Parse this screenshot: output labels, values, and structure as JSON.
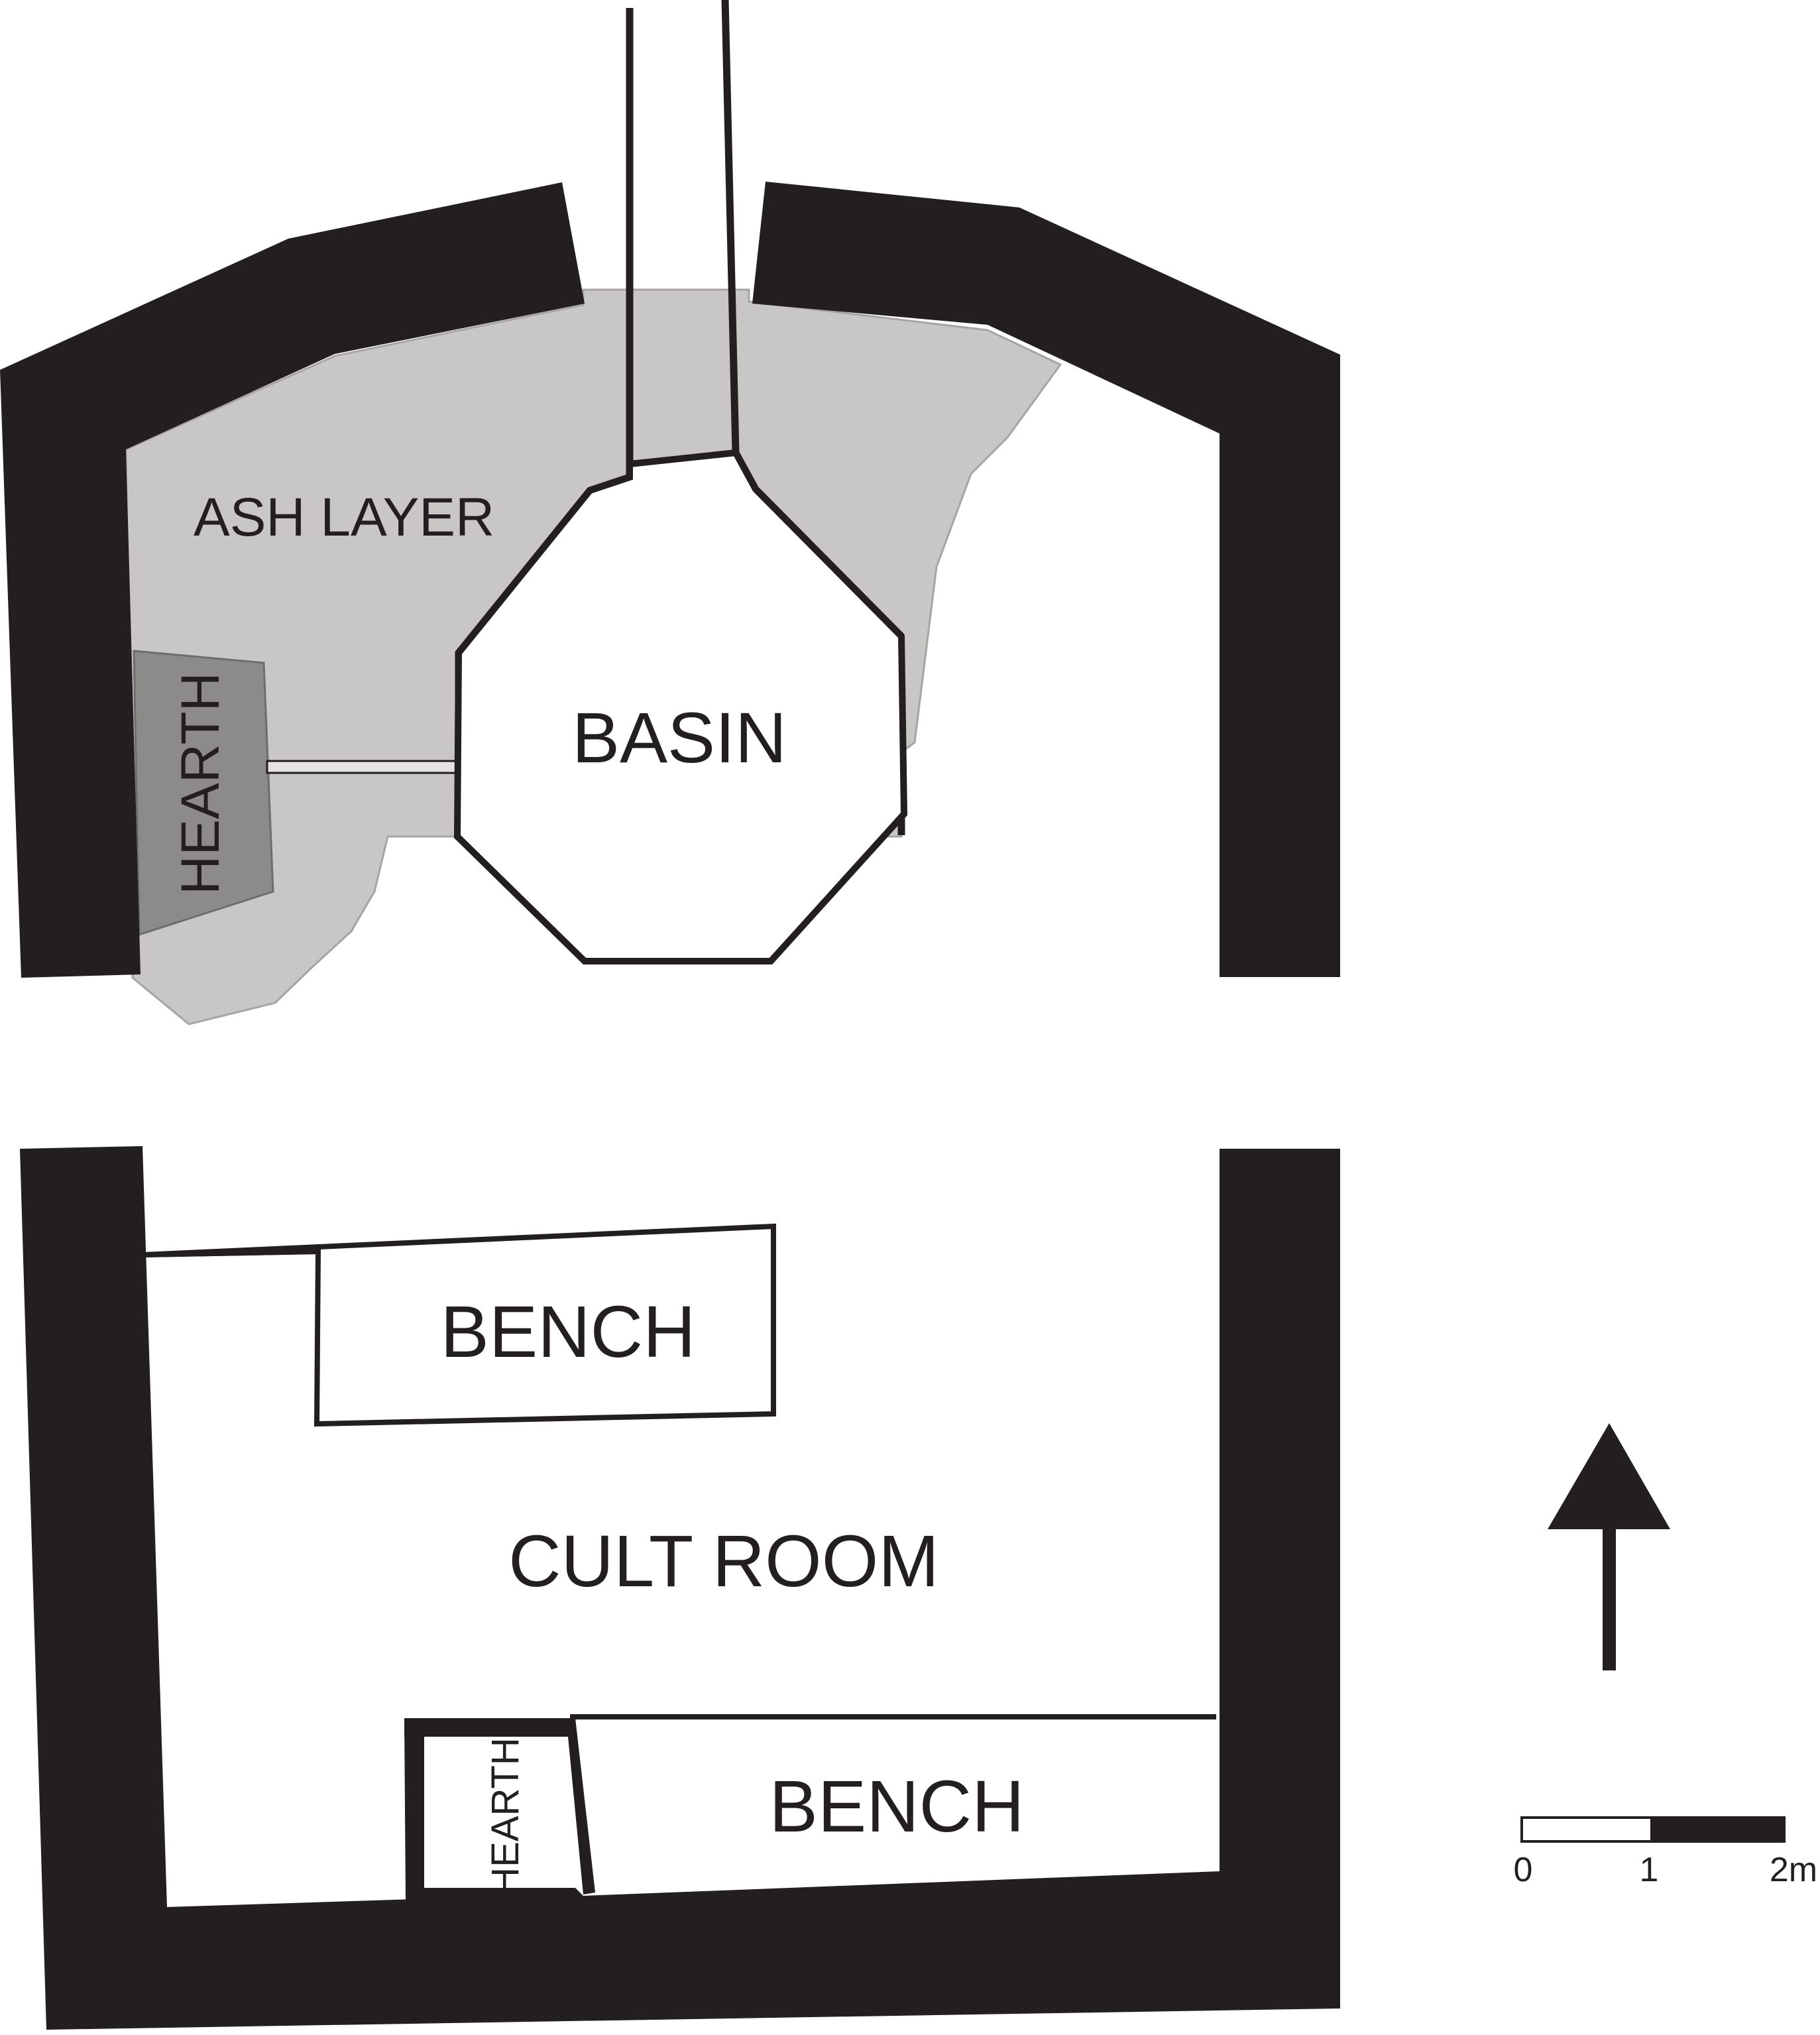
{
  "labels": {
    "ash_layer": "ASH LAYER",
    "hearth_upper": "HEARTH",
    "basin": "BASIN",
    "bench_upper": "BENCH",
    "cult_room": "CULT ROOM",
    "hearth_lower": "HEARTH",
    "bench_lower": "BENCH"
  },
  "scale_bar": {
    "ticks": [
      "0",
      "1",
      "2m"
    ]
  },
  "north_arrow": {
    "icon": "north-arrow-icon"
  },
  "colors": {
    "wall": "#231f20",
    "ash": "#c8c7c5",
    "hearth_fill": "#8c8b8a",
    "background": "#ffffff"
  }
}
